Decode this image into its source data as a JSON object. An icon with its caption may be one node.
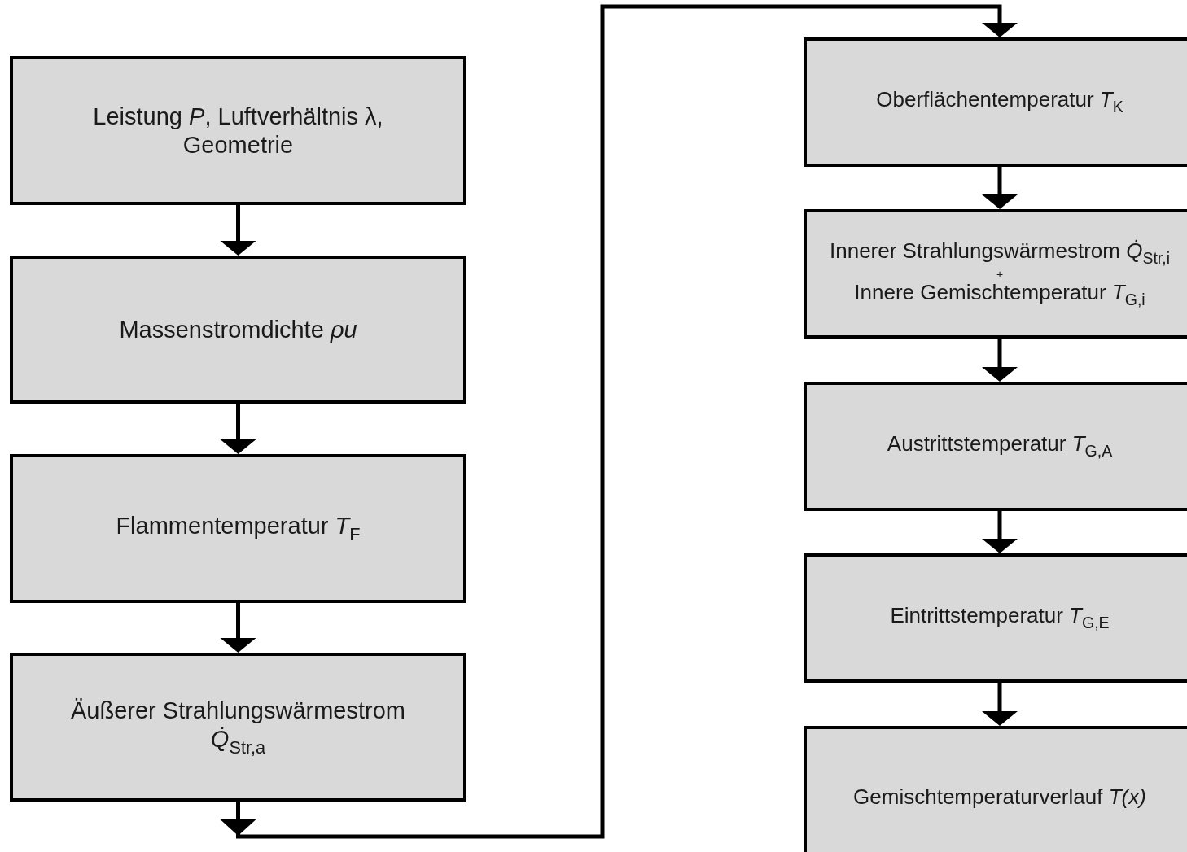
{
  "diagram": {
    "nodes": [
      {
        "text": [
          "Leistung *P*, Luftverhältnis λ, Geometrie"
        ]
      },
      {
        "text": [
          "Massenstromdichte *ρu*"
        ]
      },
      {
        "text": [
          "Flammentemperatur *T*$_{F}$"
        ]
      },
      {
        "text": [
          "Äußerer Strahlungswärmestrom *Q̇*$_{Str,a}$"
        ]
      },
      {
        "text": [
          "Oberflächentemperatur *T*$_{K}$"
        ]
      },
      {
        "text": [
          "Innerer Strahlungswärmestrom *Q̇*$_{Str,i}$",
          "+",
          "Innere Gemischtemperatur *T*$_{G,i}$"
        ]
      },
      {
        "text": [
          "Austrittstemperatur *T*$_{G,A}$"
        ]
      },
      {
        "text": [
          "Eintrittstemperatur *T*$_{G,E}$"
        ]
      },
      {
        "text": [
          "Gemischtemperaturverlauf *T(x)*"
        ]
      }
    ],
    "edges": [
      {
        "from": 0,
        "to": 1,
        "arrow": "to"
      },
      {
        "from": 1,
        "to": 2,
        "arrow": "to"
      },
      {
        "from": 2,
        "to": 3,
        "arrow": "to"
      },
      {
        "from": 3,
        "to": 4,
        "arrow": "to"
      },
      {
        "from": 4,
        "to": 5,
        "arrow": "to"
      },
      {
        "from": 5,
        "to": 6,
        "arrow": "to"
      },
      {
        "from": 6,
        "to": 7,
        "arrow": "to"
      },
      {
        "from": 7,
        "to": 8,
        "arrow": "to"
      }
    ]
  }
}
